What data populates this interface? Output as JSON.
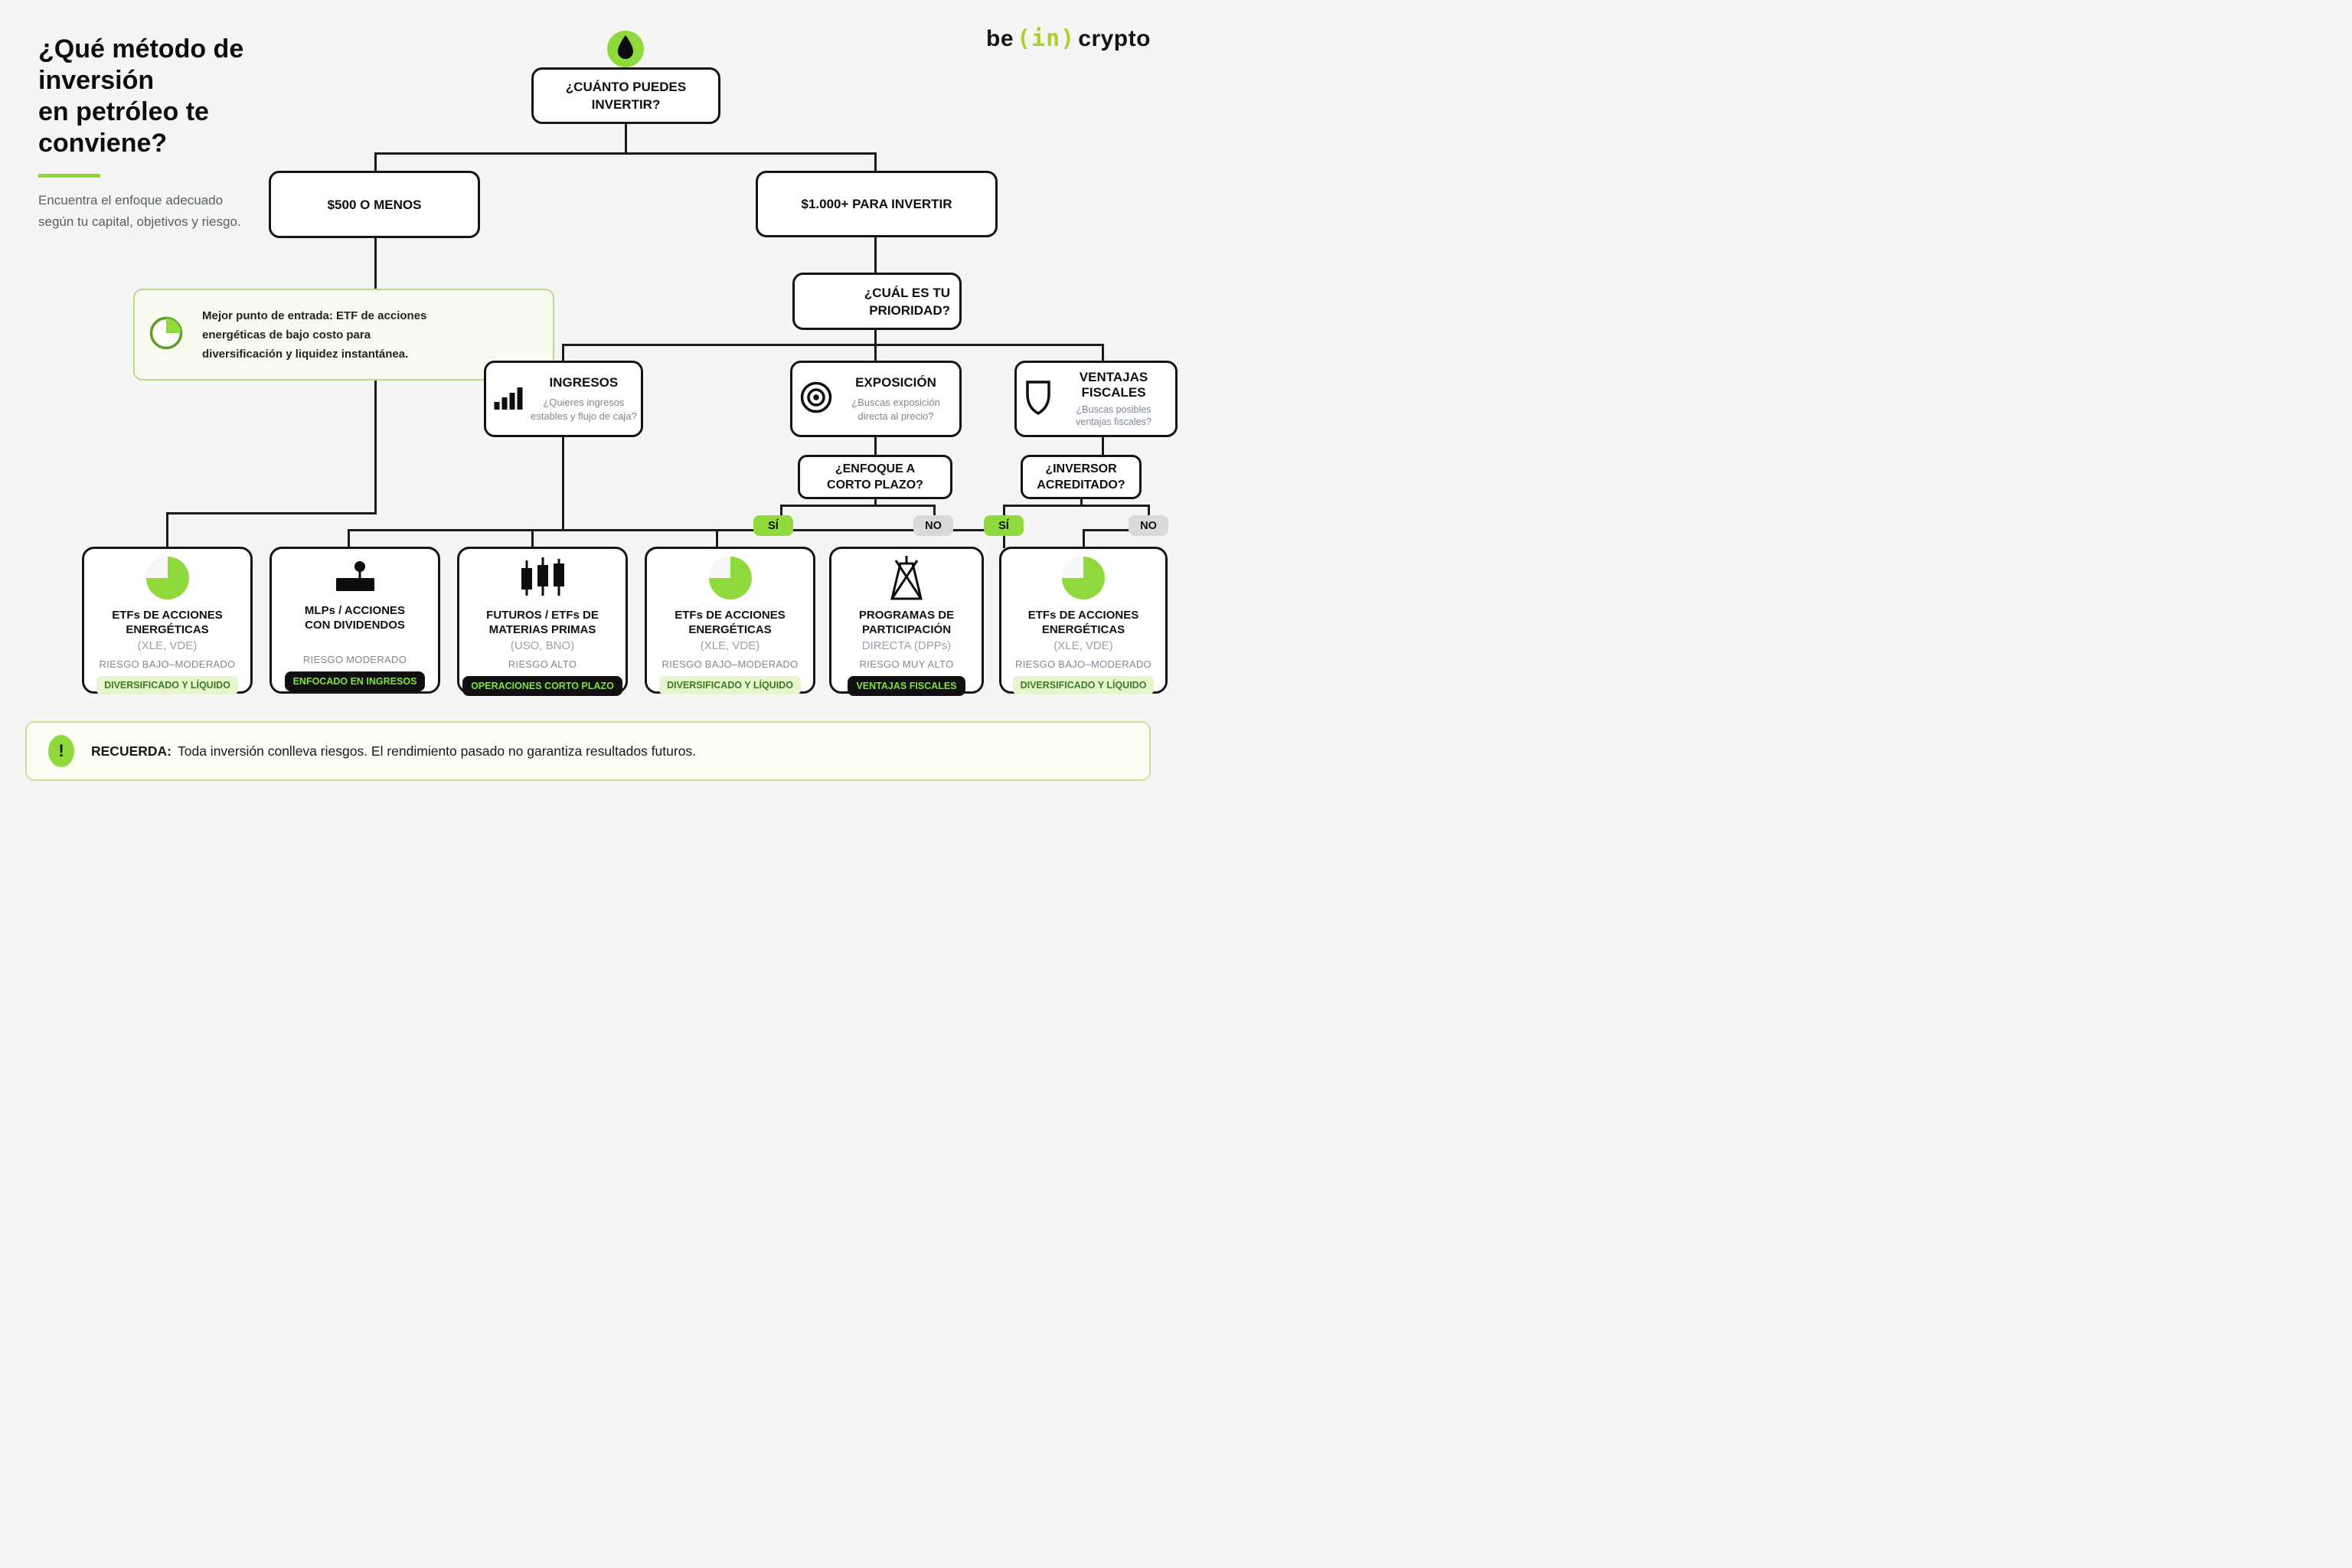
{
  "colors": {
    "accent_green": "#8fd93c",
    "logo_green": "#aacf2f",
    "dark_green_text": "#3c7c1d",
    "light_green_badge_bg": "#e6f4cf",
    "neon_green_on_black": "#7ee437",
    "black_badge_bg": "#101010",
    "gray_text": "#7d8793",
    "page_bg": "#f5f5f3"
  },
  "header": {
    "title_lines": [
      "¿Qué método de",
      "inversión",
      "en petróleo te",
      "conviene?"
    ],
    "subtitle_lines": [
      "Encuentra el enfoque adecuado",
      "según tu capital, objetivos y riesgo."
    ]
  },
  "logo": {
    "part_be": "be",
    "part_in": "(in)",
    "part_crypto": "crypto"
  },
  "flow": {
    "root_question": {
      "lines": [
        "¿CUÁNTO PUEDES",
        "INVERTIR?"
      ]
    },
    "branch_low": {
      "label": "$500 O MENOS"
    },
    "branch_high": {
      "label": "$1.000+ PARA INVERTIR"
    },
    "tip": {
      "lines": [
        "Mejor punto de entrada: ETF de acciones",
        "energéticas de bajo costo para",
        "diversificación y liquidez instantánea."
      ]
    },
    "priority_question": {
      "lines": [
        "¿CUÁL ES TU",
        "PRIORIDAD?"
      ]
    },
    "priorities": [
      {
        "icon": "bar-chart-icon",
        "title_lines": [
          "INGRESOS"
        ],
        "subtitle_lines": [
          "¿Quieres ingresos",
          "estables y flujo de caja?"
        ]
      },
      {
        "icon": "target-icon",
        "title_lines": [
          "EXPOSICIÓN"
        ],
        "subtitle_lines": [
          "¿Buscas exposición",
          "directa al precio?"
        ]
      },
      {
        "icon": "shield-icon",
        "title_lines": [
          "VENTAJAS",
          "FISCALES"
        ],
        "subtitle_lines": [
          "¿Buscas posibles",
          "ventajas fiscales?"
        ]
      }
    ],
    "sub_questions": [
      {
        "lines": [
          "¿ENFOQUE A",
          "CORTO PLAZO?"
        ]
      },
      {
        "lines": [
          "¿INVERSOR",
          "ACREDITADO?"
        ]
      }
    ],
    "answers": {
      "yes": "SÍ",
      "no": "NO"
    },
    "outcomes": [
      {
        "icon": "pie-chart-icon",
        "title_lines": [
          "ETFs DE ACCIONES",
          "ENERGÉTICAS"
        ],
        "ticker": "(XLE, VDE)",
        "risk": "RIESGO BAJO–MODERADO",
        "badge": "DIVERSIFICADO Y LÍQUIDO",
        "badge_style": "green"
      },
      {
        "icon": "oil-pump-icon",
        "title_lines": [
          "MLPs / ACCIONES",
          "CON DIVIDENDOS"
        ],
        "ticker": "",
        "risk": "RIESGO MODERADO",
        "badge": "ENFOCADO EN INGRESOS",
        "badge_style": "black"
      },
      {
        "icon": "candlestick-icon",
        "title_lines": [
          "FUTUROS / ETFs DE",
          "MATERIAS PRIMAS"
        ],
        "ticker": "(USO, BNO)",
        "risk": "RIESGO ALTO",
        "badge": "OPERACIONES CORTO PLAZO",
        "badge_style": "black"
      },
      {
        "icon": "pie-chart-icon",
        "title_lines": [
          "ETFs DE ACCIONES",
          "ENERGÉTICAS"
        ],
        "ticker": "(XLE, VDE)",
        "risk": "RIESGO BAJO–MODERADO",
        "badge": "DIVERSIFICADO Y LÍQUIDO",
        "badge_style": "green"
      },
      {
        "icon": "oil-derrick-icon",
        "title_lines": [
          "PROGRAMAS DE",
          "PARTICIPACIÓN"
        ],
        "ticker": "DIRECTA (DPPs)",
        "risk": "RIESGO MUY ALTO",
        "badge": "VENTAJAS FISCALES",
        "badge_style": "black"
      },
      {
        "icon": "pie-chart-icon",
        "title_lines": [
          "ETFs DE ACCIONES",
          "ENERGÉTICAS"
        ],
        "ticker": "(XLE, VDE)",
        "risk": "RIESGO BAJO–MODERADO",
        "badge": "DIVERSIFICADO Y LÍQUIDO",
        "badge_style": "green"
      }
    ]
  },
  "footer": {
    "icon_glyph": "!",
    "label": "RECUERDA:",
    "text": "Toda inversión conlleva riesgos. El rendimiento pasado no garantiza resultados futuros."
  }
}
